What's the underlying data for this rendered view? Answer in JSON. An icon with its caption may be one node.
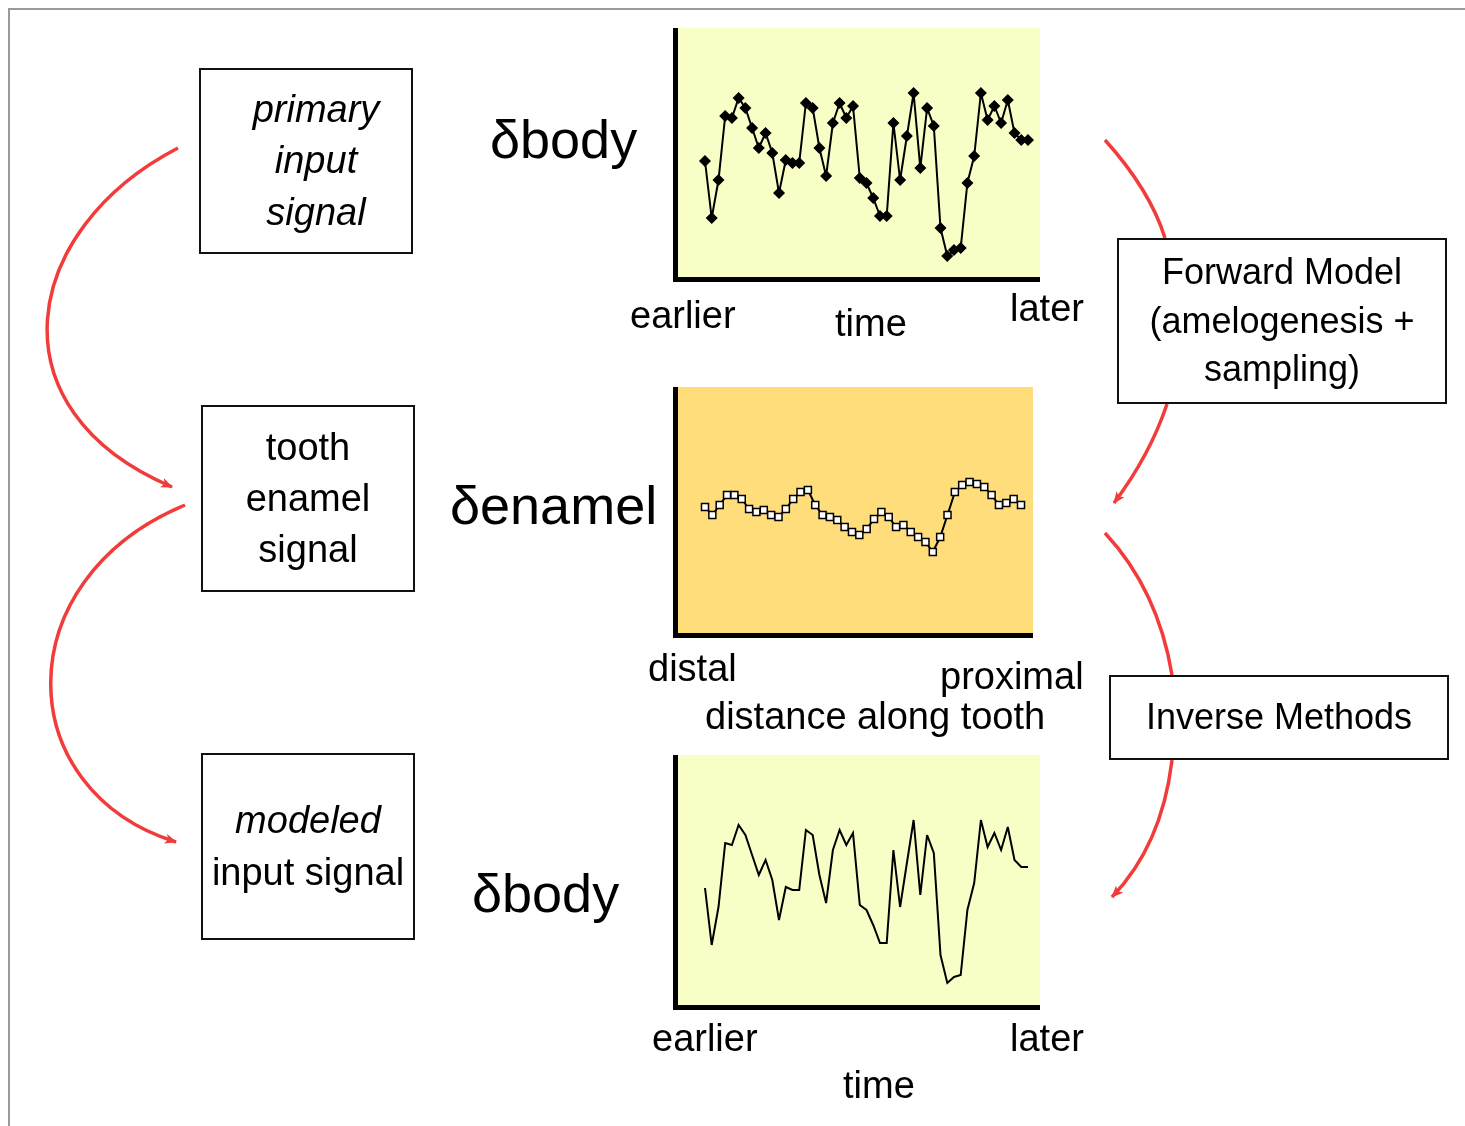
{
  "diagram": {
    "nodes": [
      {
        "text": [
          "primary input signal"
        ]
      },
      {
        "text": [
          "tooth enamel signal"
        ]
      },
      {
        "text": [
          "*modeled* input signal"
        ]
      },
      {
        "text": [],
        "shape": "picture",
        "beside": [
          "δbody",
          "earlier",
          "time",
          "later"
        ]
      },
      {
        "text": [],
        "shape": "picture",
        "beside": [
          "δenamel",
          "distal",
          "proximal",
          "distance along tooth"
        ]
      },
      {
        "text": [],
        "shape": "picture",
        "beside": [
          "δbody",
          "earlier",
          "later",
          "time"
        ]
      },
      {
        "text": [
          "Forward Model (amelogenesis + sampling)"
        ]
      },
      {
        "text": [
          "Inverse Methods"
        ]
      }
    ],
    "edges": [
      {
        "from": 0,
        "to": 1,
        "arrow": "to"
      },
      {
        "from": 1,
        "to": 2,
        "arrow": "to"
      },
      {
        "from": 3,
        "to": 6,
        "arrow": "none"
      },
      {
        "from": 6,
        "to": 4,
        "arrow": "to"
      },
      {
        "from": 4,
        "to": 7,
        "arrow": "none"
      },
      {
        "from": 7,
        "to": 5,
        "arrow": "to"
      }
    ]
  }
}
